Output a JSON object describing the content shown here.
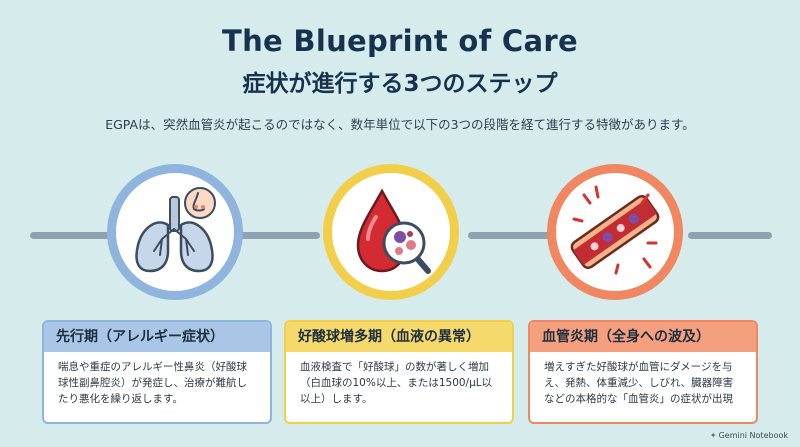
{
  "header": {
    "title": "The Blueprint of Care",
    "subtitle": "症状が進行する3つのステップ",
    "lead": "EGPAは、突然血管炎が起こるのではなく、数年単位で以下の3つの段階を経て進行する特徴があります。"
  },
  "colors": {
    "background": "#d6ebeb",
    "step1": "#8fb4dd",
    "step2": "#f2cf4a",
    "step3": "#f08760",
    "connector": "#8da3b1"
  },
  "steps": [
    {
      "icon": "lungs-nose-icon",
      "heading": "先行期（アレルギー症状）",
      "body_lines": [
        "喘息や重症のアレルギー性鼻炎（好酸球",
        "球性副鼻腔炎）が発症し、治療が難航し",
        "たり悪化を繰り返します。"
      ]
    },
    {
      "icon": "blood-drop-magnifier-icon",
      "heading": "好酸球増多期（血液の異常）",
      "body_lines": [
        "血液検査で「好酸球」の数が著しく増加",
        "（白血球の10%以上、または1500/μL以",
        "以上）します。"
      ]
    },
    {
      "icon": "inflamed-blood-vessel-icon",
      "heading": "血管炎期（全身への波及）",
      "body_lines": [
        "増えすぎた好酸球が血管にダメージを与",
        "え、発熱、体重減少、しびれ、臓器障害",
        "などの本格的な「血管炎」の症状が出現"
      ]
    }
  ],
  "footer": {
    "badge": "Gemini Notebook"
  }
}
